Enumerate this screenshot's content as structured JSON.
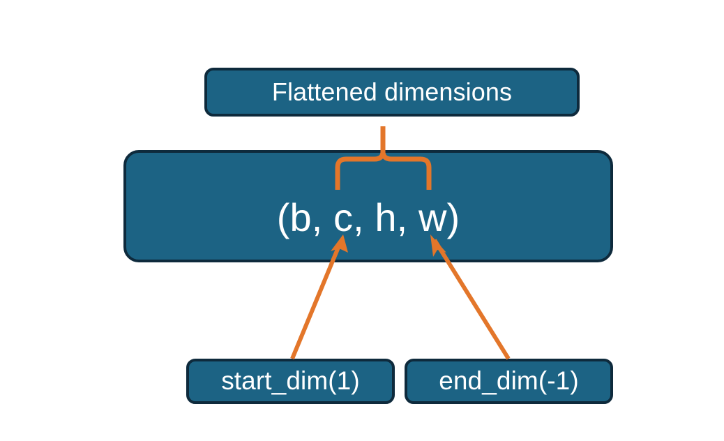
{
  "diagram": {
    "title_node": {
      "label": "Flattened dimensions"
    },
    "shape_node": {
      "label": "(b, c, h, w)"
    },
    "start_node": {
      "label": "start_dim(1)"
    },
    "end_node": {
      "label": "end_dim(-1)"
    },
    "connectors": {
      "brace": "curly-brace-up",
      "start_arrow": "arrow-up-right",
      "end_arrow": "arrow-up-left"
    },
    "colors": {
      "node_fill": "#1c6384",
      "node_border": "#0e2a3c",
      "node_text": "#ffffff",
      "connector": "#e3762a",
      "background": "#ffffff"
    }
  }
}
